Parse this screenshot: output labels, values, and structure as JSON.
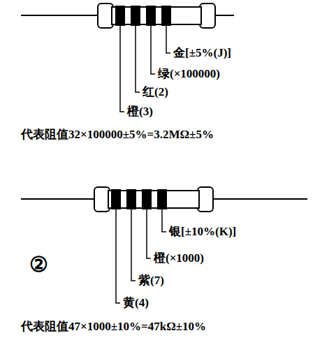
{
  "diagram": {
    "labels": [
      "金[±5%(J)]",
      "绿(×100000)",
      "红(2)",
      "橙(3)",
      "代表阻值32×100000±5%=3.2MΩ±5%",
      "②",
      "银[±10%(K)]",
      "橙(×1000)",
      "紫(7)",
      "黄(4)",
      "代表阻值47×1000±10%=47kΩ±10%"
    ]
  }
}
